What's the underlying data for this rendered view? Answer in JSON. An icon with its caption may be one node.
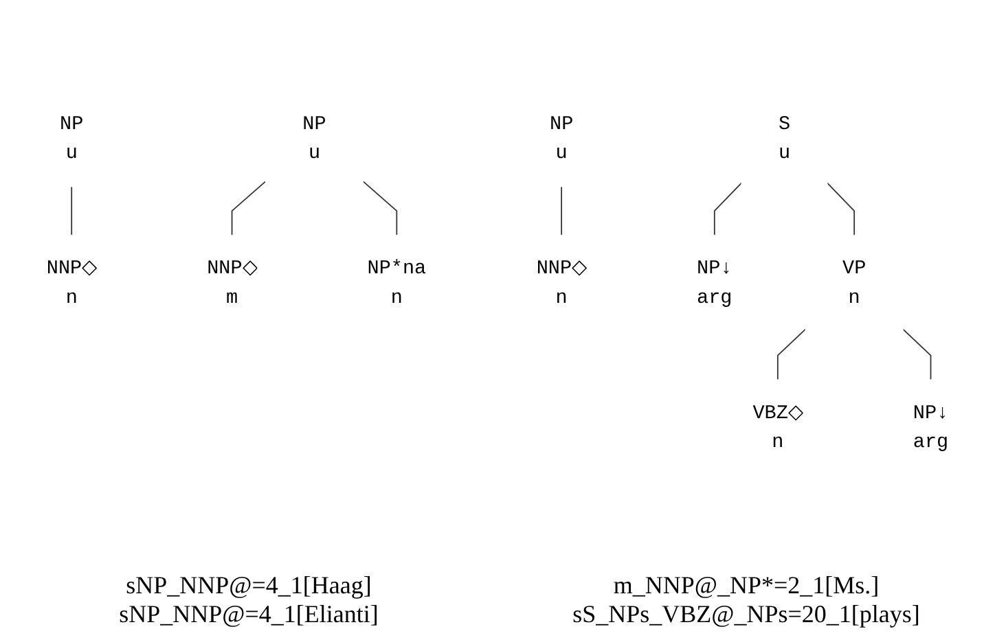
{
  "diagram": {
    "nodes": [
      {
        "text": [
          "NP",
          "u"
        ]
      },
      {
        "text": [
          "NNP◇",
          "n"
        ]
      },
      {
        "text": [
          "NP",
          "u"
        ]
      },
      {
        "text": [
          "NNP◇",
          "m"
        ]
      },
      {
        "text": [
          "NP*na",
          "n"
        ]
      },
      {
        "text": [
          "NP",
          "u"
        ]
      },
      {
        "text": [
          "NNP◇",
          "n"
        ]
      },
      {
        "text": [
          "S",
          "u"
        ]
      },
      {
        "text": [
          "NP↓",
          "arg"
        ]
      },
      {
        "text": [
          "VP",
          "n"
        ]
      },
      {
        "text": [
          "VBZ◇",
          "n"
        ]
      },
      {
        "text": [
          "NP↓",
          "arg"
        ]
      }
    ],
    "edges": [
      {
        "from": 0,
        "to": 1,
        "arrow": "none"
      },
      {
        "from": 2,
        "to": 3,
        "arrow": "none"
      },
      {
        "from": 2,
        "to": 4,
        "arrow": "none"
      },
      {
        "from": 5,
        "to": 6,
        "arrow": "none"
      },
      {
        "from": 7,
        "to": 8,
        "arrow": "none"
      },
      {
        "from": 7,
        "to": 9,
        "arrow": "none"
      },
      {
        "from": 9,
        "to": 10,
        "arrow": "none"
      },
      {
        "from": 9,
        "to": 11,
        "arrow": "none"
      }
    ],
    "labels": [
      "sNP_NNP@=4_1[Haag]",
      "m_NNP@_NP*=2_1[Ms.]",
      "sNP_NNP@=4_1[Elianti]",
      "sS_NPs_VBZ@_NPs=20_1[plays]"
    ]
  }
}
